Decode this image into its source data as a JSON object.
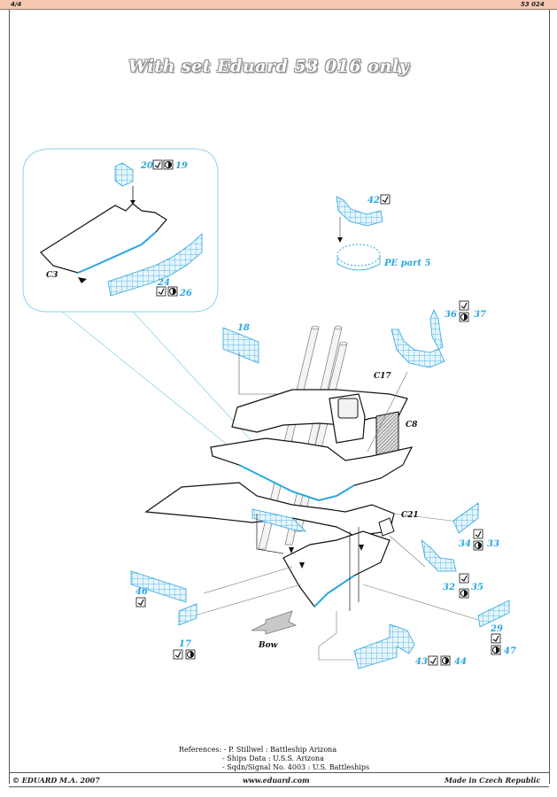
{
  "header": {
    "page": "4/4",
    "set_number": "53 024"
  },
  "title": "With set Eduard 53 016 only",
  "callouts": [
    {
      "text": "20"
    },
    {
      "text": "19"
    },
    {
      "text": "24"
    },
    {
      "text": "26"
    },
    {
      "text": "C3"
    },
    {
      "text": "42"
    },
    {
      "text": "PE part 5"
    },
    {
      "text": "36"
    },
    {
      "text": "37"
    },
    {
      "text": "18"
    },
    {
      "text": "C17"
    },
    {
      "text": "C8"
    },
    {
      "text": "C21"
    },
    {
      "text": "34"
    },
    {
      "text": "33"
    },
    {
      "text": "32"
    },
    {
      "text": "35"
    },
    {
      "text": "46"
    },
    {
      "text": "17"
    },
    {
      "text": "Bow"
    },
    {
      "text": "29"
    },
    {
      "text": "47"
    },
    {
      "text": "43"
    },
    {
      "text": "44"
    }
  ],
  "references": {
    "label": "References:",
    "items": [
      "- P. Stillwel : Battleship Arizona",
      "- Ships Data : U.S.S. Arizona",
      "- Sqdn/Signal No. 4003 : U.S. Battleships"
    ]
  },
  "footer": {
    "copyright": "© EDUARD  M.A. 2007",
    "url": "www.eduard.com",
    "made_in": "Made in Czech Republic"
  },
  "colors": {
    "accent": "#2aa6df",
    "header_bar": "#f6c8b2"
  }
}
